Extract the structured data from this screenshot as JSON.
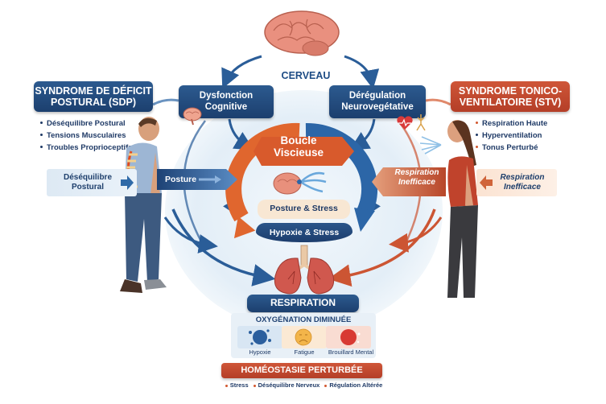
{
  "brain": {
    "label": "CERVEAU",
    "icon": "brain-icon"
  },
  "sdp": {
    "title": "SYNDROME DE DÉFICIT POSTURAL (SDP)",
    "title_line1": "SYNDROME DE DÉFICIT",
    "title_line2": "POSTURAL (SDP)",
    "color": "#1e4677",
    "items": [
      "Déséquilibre Postural",
      "Tensions Musculaires",
      "Troubles Proprioceptifs"
    ],
    "panel_line1": "Déséquilibre",
    "panel_line2": "Postural",
    "arrow_label": "Posture"
  },
  "stv": {
    "title": "SYNDROME TONICO-VENTILATOIRE (STV)",
    "title_line1": "SYNDROME TONICO-",
    "title_line2": "VENTILATOIRE (STV)",
    "color": "#c14a2e",
    "items": [
      "Respiration Haute",
      "Hyperventilation",
      "Tonus Perturbé"
    ],
    "panel_line1": "Respiration",
    "panel_line2": "Inefficace",
    "arrow_line1": "Respiration",
    "arrow_line2": "Inefficace"
  },
  "dysfonction": {
    "line1": "Dysfonction",
    "line2": "Cognitive"
  },
  "deregulation": {
    "line1": "Dérégulation",
    "line2": "Neurovegétative"
  },
  "loop": {
    "title_line1": "Boucle",
    "title_line2": "Viscieuse",
    "posture_stress": "Posture & Stress",
    "hypoxie_stress": "Hypoxie & Stress"
  },
  "respiration": {
    "label": "RESPIRATION",
    "oxygenation_title": "OXYGÉNATION DIMINUÉE",
    "effects": [
      {
        "label": "Hypoxie",
        "color": "#2b5f9e"
      },
      {
        "label": "Fatigue",
        "color": "#f3b54a"
      },
      {
        "label": "Brouillard Mental",
        "color": "#d83a33"
      }
    ]
  },
  "homeostasis": {
    "title": "HOMÉOSTASIE PERTURBÉE",
    "items": [
      "Stress",
      "Déséquilibre Nerveux",
      "Régulation Altérée"
    ]
  },
  "colors": {
    "navy": "#1e4677",
    "rust": "#c14a2e",
    "orange": "#e06a30",
    "blue": "#2d6bab"
  }
}
